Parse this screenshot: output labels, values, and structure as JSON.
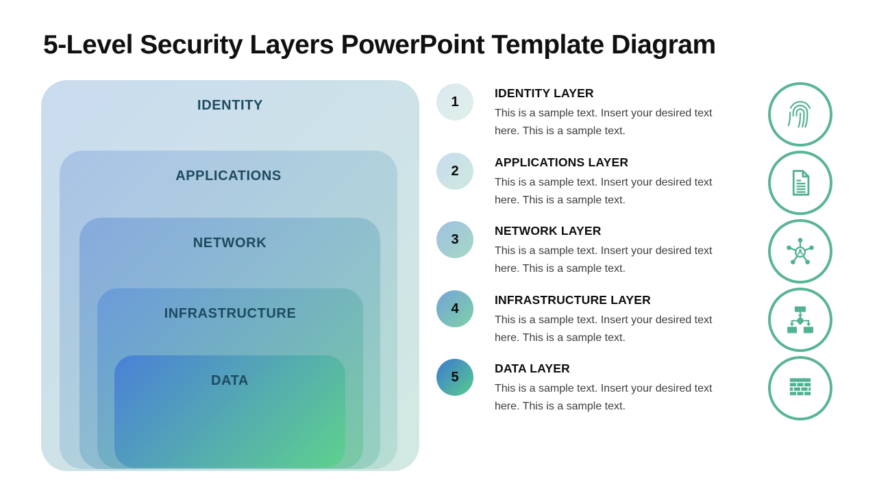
{
  "title": "5-Level Security Layers PowerPoint Template Diagram",
  "colors": {
    "title_color": "#101010",
    "layer_label": "#1d4a60",
    "heading": "#0d0d0d",
    "body_text": "#3d3d3d",
    "number": "#0b0b0b",
    "icon_glyph": "#53b193",
    "icon_ring": "#5ab497"
  },
  "pyramid": {
    "layers": [
      {
        "label": "IDENTITY",
        "gradient": [
          "#c9dbef",
          "#d2e9e2"
        ]
      },
      {
        "label": "APPLICATIONS",
        "gradient": [
          "#a9c3e6",
          "#b7ddd3"
        ]
      },
      {
        "label": "NETWORK",
        "gradient": [
          "#86aade",
          "#97d1bf"
        ]
      },
      {
        "label": "INFRASTRUCTURE",
        "gradient": [
          "#6c9bda",
          "#7bcaa5"
        ]
      },
      {
        "label": "DATA",
        "gradient": [
          "#4a80d8",
          "#5ed18d"
        ]
      }
    ]
  },
  "legend": {
    "items": [
      {
        "number": "1",
        "title": "IDENTITY LAYER",
        "body": "This is a sample text. Insert your desired text here. This is a sample text.",
        "icon": "fingerprint-icon",
        "circle_gradient": [
          "#dbe8f1",
          "#dff0e9"
        ]
      },
      {
        "number": "2",
        "title": "APPLICATIONS LAYER",
        "body": "This is a sample text. Insert your desired text here. This is a sample text.",
        "icon": "document-icon",
        "circle_gradient": [
          "#c7dbee",
          "#cfe9dd"
        ]
      },
      {
        "number": "3",
        "title": "NETWORK LAYER",
        "body": "This is a sample text. Insert your desired text here. This is a sample text.",
        "icon": "network-hub-icon",
        "circle_gradient": [
          "#9fc0e2",
          "#a6d8c4"
        ]
      },
      {
        "number": "4",
        "title": "INFRASTRUCTURE LAYER",
        "body": "This is a sample text. Insert your desired text here. This is a sample text.",
        "icon": "flowchart-icon",
        "circle_gradient": [
          "#74a4d9",
          "#7ed0a7"
        ]
      },
      {
        "number": "5",
        "title": "DATA LAYER",
        "body": "This is a sample text. Insert your desired text here. This is a sample text.",
        "icon": "brick-wall-icon",
        "circle_gradient": [
          "#3e79d2",
          "#57cc8c"
        ]
      }
    ]
  }
}
